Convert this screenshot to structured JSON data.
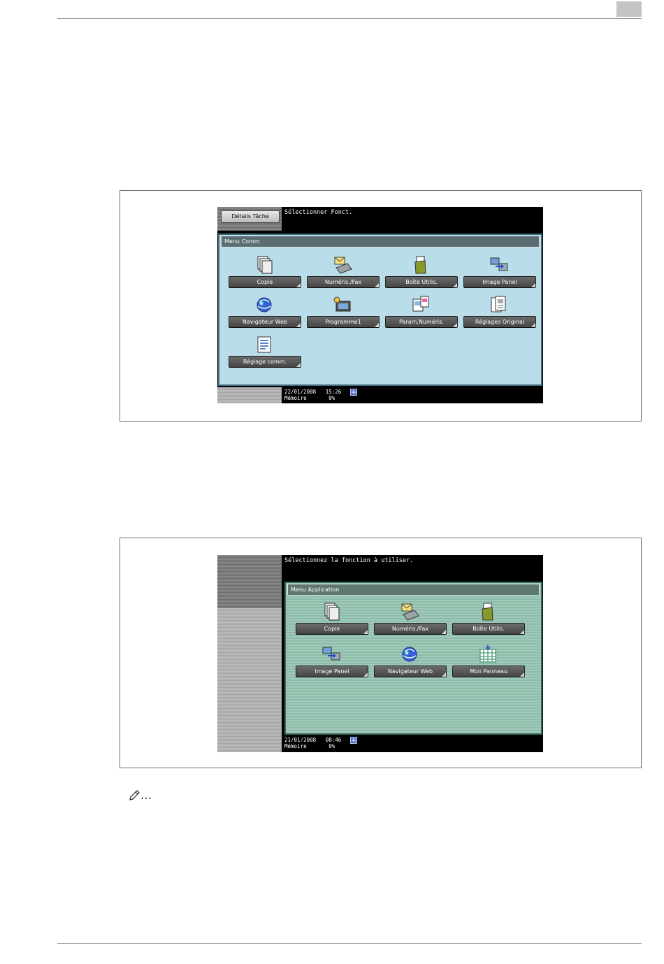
{
  "screen1": {
    "job_details_button": "Détails Tâche",
    "message": "Sélectionner Fonct.",
    "panel_title": "Menu Comm",
    "items": [
      {
        "label": "Copie",
        "icon": "copy-icon"
      },
      {
        "label": "Numéris./Fax",
        "icon": "scan-fax-icon"
      },
      {
        "label": "Boîte Utilis.",
        "icon": "user-box-icon"
      },
      {
        "label": "Image Panel",
        "icon": "image-panel-icon"
      },
      {
        "label": "Navigateur Web",
        "icon": "web-browser-icon"
      },
      {
        "label": "Programme1",
        "icon": "program-icon"
      },
      {
        "label": "Param.Numéris.",
        "icon": "scan-settings-icon"
      },
      {
        "label": "Réglages Original",
        "icon": "original-settings-icon"
      },
      {
        "label": "Réglage comm.",
        "icon": "comm-settings-icon"
      }
    ],
    "status": {
      "date": "22/01/2008",
      "time": "15:26",
      "memory_label": "Mémoire",
      "memory_value": "0%"
    }
  },
  "screen2": {
    "message": "Sélectionnez la fonction à utiliser.",
    "panel_title": "Menu Application",
    "items": [
      {
        "label": "Copie",
        "icon": "copy-icon"
      },
      {
        "label": "Numéris./Fax",
        "icon": "scan-fax-icon"
      },
      {
        "label": "Boîte Utilis.",
        "icon": "user-box-icon"
      },
      {
        "label": "Image Panel",
        "icon": "image-panel-icon"
      },
      {
        "label": "Navigateur Web",
        "icon": "web-browser-icon"
      },
      {
        "label": "Mon Panneau",
        "icon": "my-panel-icon"
      }
    ],
    "status": {
      "date": "21/01/2008",
      "time": "08:46",
      "memory_label": "Mémoire",
      "memory_value": "0%"
    }
  },
  "note": {
    "icon": "pencil-note-icon",
    "ellipsis": "…"
  }
}
